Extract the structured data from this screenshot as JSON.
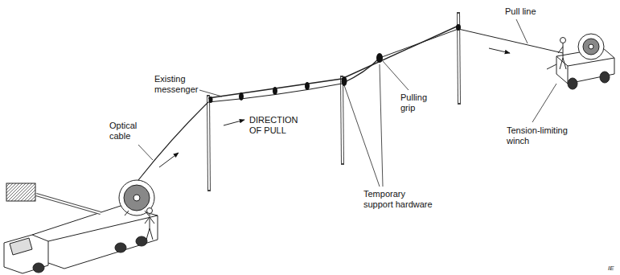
{
  "diagram": {
    "labels": [
      "Optical cable",
      "Existing messenger",
      "DIRECTION OF PULL",
      "Pulling grip",
      "Pull line",
      "Tension-limiting winch",
      "Temporary support hardware",
      "IE"
    ]
  }
}
